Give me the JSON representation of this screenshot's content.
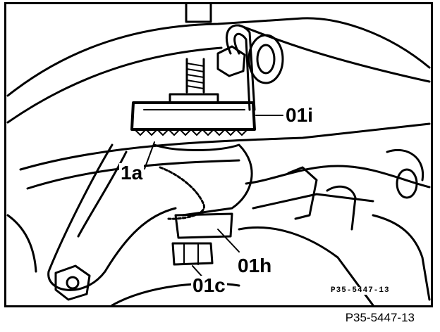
{
  "labels": {
    "o1i": "01i",
    "a1": "1a",
    "o1h": "01h",
    "o1c": "01c"
  },
  "image_code_inner": "P35-5447-13",
  "image_code_outer": "P35-5447-13"
}
